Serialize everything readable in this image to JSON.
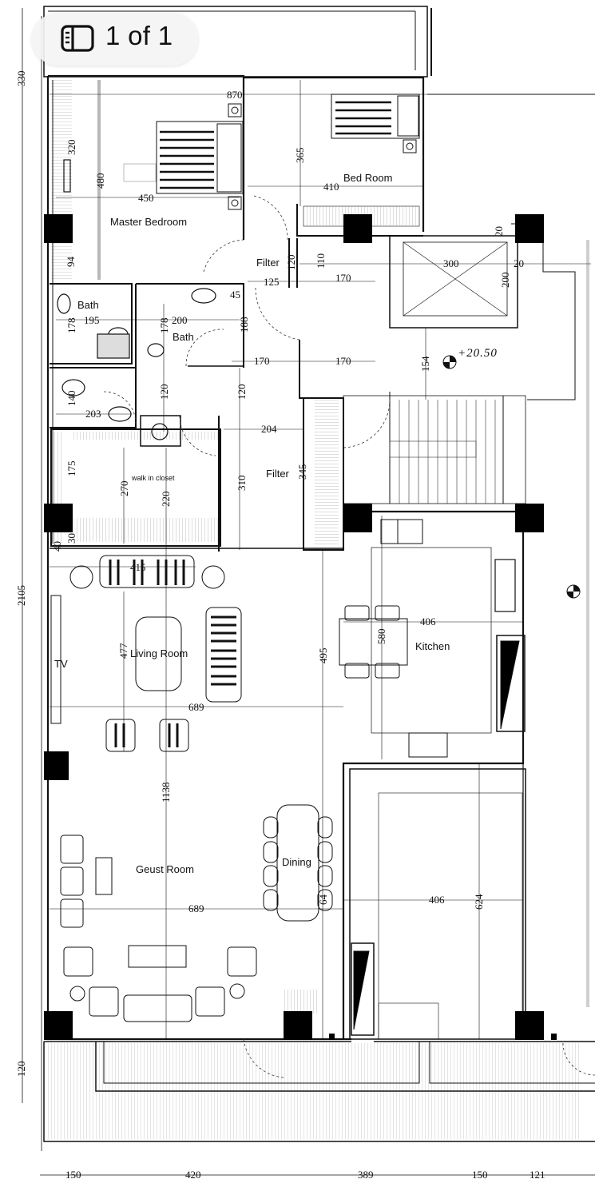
{
  "viewer": {
    "page_indicator": "1 of 1",
    "icon": "sidebar-panel-icon"
  },
  "rooms": {
    "master_bedroom": "Master Bedroom",
    "bed_room": "Bed Room",
    "filter_top": "Filter",
    "bath_left": "Bath",
    "bath_right": "Bath",
    "walk_in_closet": "walk in closet",
    "filter_mid": "Filter",
    "living_room": "Living Room",
    "tv": "TV",
    "kitchen": "Kitchen",
    "guest_room": "Geust Room",
    "dining": "Dining"
  },
  "level_mark": "+20.50",
  "dimensions": {
    "d330": "330",
    "d2105": "2105",
    "d120_left": "120",
    "d870": "870",
    "d320": "320",
    "d480": "480",
    "d450": "450",
    "d365": "365",
    "d410": "410",
    "d94": "94",
    "d120_filter": "120",
    "d110": "110",
    "d125": "125",
    "d170_a": "170",
    "d300": "300",
    "d20_a": "20",
    "d20_b": "20",
    "d200_stair": "200",
    "d195": "195",
    "d178_a": "178",
    "d200_bath": "200",
    "d178_b": "178",
    "d45": "45",
    "d188": "188",
    "d170_b": "170",
    "d170_c": "170",
    "d154": "154",
    "d140": "140",
    "d120_b": "120",
    "d120_c": "120",
    "d203": "203",
    "d204": "204",
    "d175": "175",
    "d270": "270",
    "d220": "220",
    "d310": "310",
    "d345": "345",
    "d40": "40",
    "d30": "30",
    "d415": "415",
    "d477": "477",
    "d495": "495",
    "d580": "580",
    "d406_a": "406",
    "d689_a": "689",
    "d1138": "1138",
    "d689_b": "689",
    "d406_b": "406",
    "d624": "624",
    "d64": "64",
    "b150_a": "150",
    "b420": "420",
    "b389": "389",
    "b150_b": "150",
    "b121": "121"
  }
}
